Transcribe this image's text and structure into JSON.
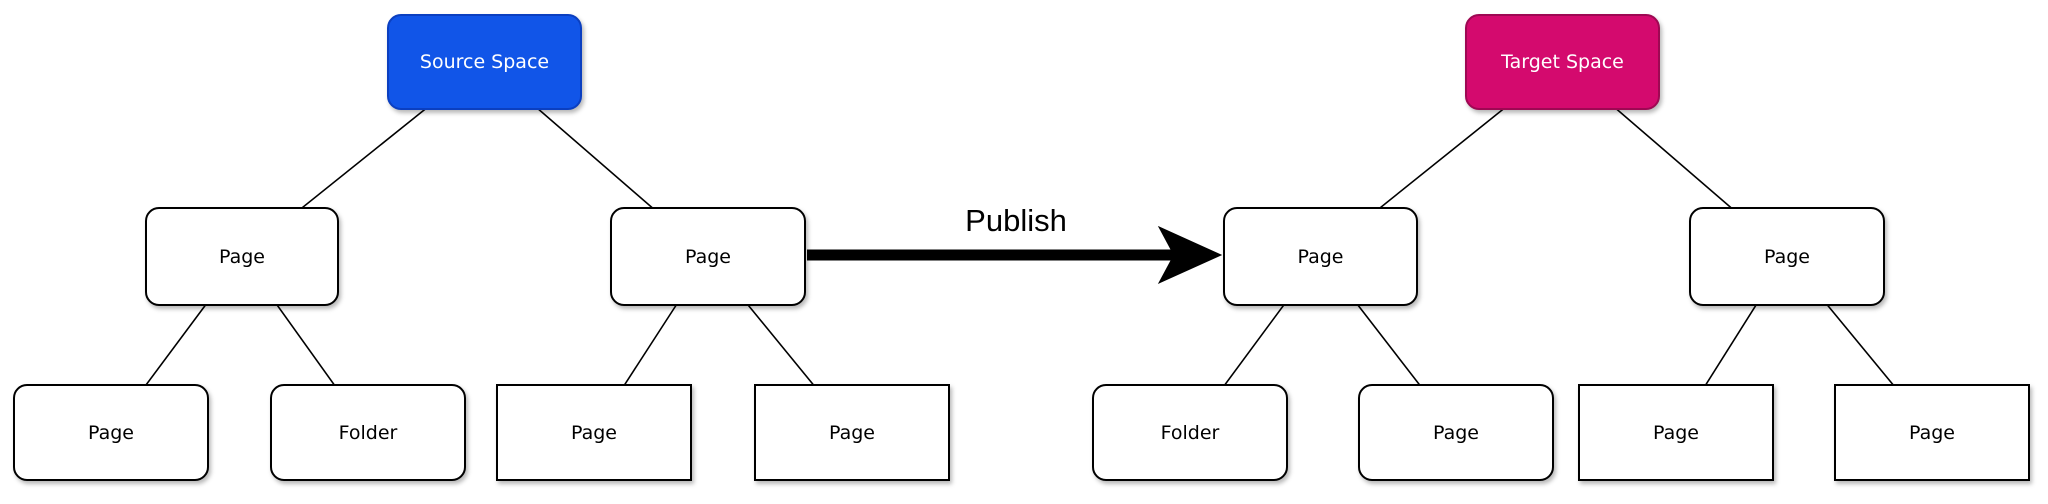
{
  "diagram": {
    "publish_arrow": {
      "label": "Publish"
    },
    "colors": {
      "source_space_fill": "#1155e8",
      "source_space_border": "#0b3fc0",
      "target_space_fill": "#d40a6e",
      "target_space_border": "#9e0853",
      "node_fill": "#ffffff",
      "node_border": "#000000",
      "edge": "#000000",
      "background": "#ffffff"
    },
    "source_tree": {
      "root": {
        "label": "Source Space"
      },
      "level1": [
        {
          "label": "Page"
        },
        {
          "label": "Page"
        }
      ],
      "leaves": [
        {
          "label": "Page",
          "shape": "rounded"
        },
        {
          "label": "Folder",
          "shape": "rounded"
        },
        {
          "label": "Page",
          "shape": "square"
        },
        {
          "label": "Page",
          "shape": "square"
        }
      ]
    },
    "target_tree": {
      "root": {
        "label": "Target Space"
      },
      "level1": [
        {
          "label": "Page"
        },
        {
          "label": "Page"
        }
      ],
      "leaves": [
        {
          "label": "Folder",
          "shape": "rounded"
        },
        {
          "label": "Page",
          "shape": "rounded"
        },
        {
          "label": "Page",
          "shape": "square"
        },
        {
          "label": "Page",
          "shape": "square"
        }
      ]
    }
  }
}
